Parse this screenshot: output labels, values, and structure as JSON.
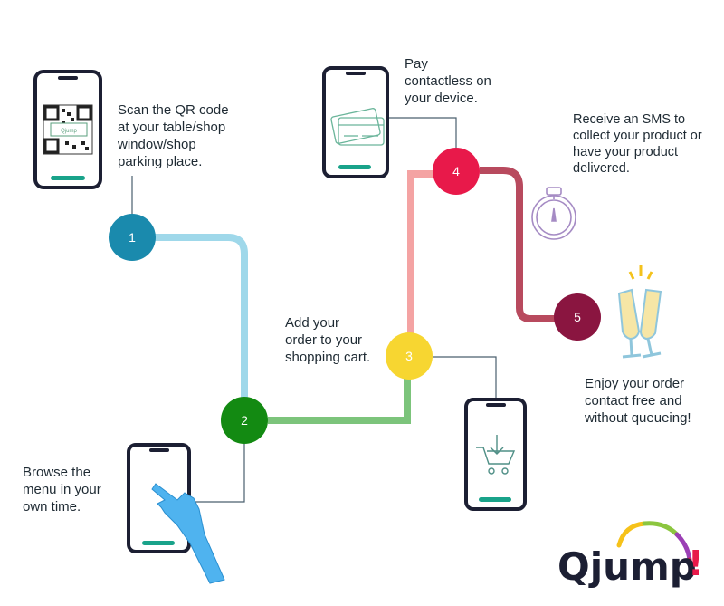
{
  "steps": [
    {
      "number": "1",
      "color": "#1a8aad",
      "text": [
        "Scan the QR code",
        "at your table/shop",
        "window/shop",
        "parking place."
      ]
    },
    {
      "number": "2",
      "color": "#138a12",
      "text": [
        "Browse the",
        "menu in your",
        "own time."
      ]
    },
    {
      "number": "3",
      "color": "#f7d631",
      "text": [
        "Add your",
        "order to your",
        "shopping cart."
      ]
    },
    {
      "number": "4",
      "color": "#e8194a",
      "text": [
        "Pay",
        "contactless on",
        "your device."
      ]
    },
    {
      "number": "5",
      "color": "#8a1540",
      "text": [
        "Receive an SMS to",
        "collect your product or",
        "have your product",
        "delivered."
      ]
    }
  ],
  "final_text": [
    "Enjoy your order",
    "contact free and",
    "without queueing!"
  ],
  "qr_badge": "Qjump",
  "logo": {
    "text": "Qjump",
    "exclaim": "!"
  },
  "colors": {
    "path_1_2": "#9fd8ea",
    "path_2_3": "#7cc47b",
    "path_3_4": "#f4a3a3",
    "path_4_5": "#b84a5e",
    "phone_frame": "#1c1f33",
    "phone_button": "#19a38a",
    "connector": "#4a5f6e",
    "hand": "#4fb3ef"
  },
  "icons": [
    "phone-icon",
    "qr-code-icon",
    "credit-card-icon",
    "shopping-cart-icon",
    "hand-pointer-icon",
    "stopwatch-icon",
    "champagne-glasses-icon"
  ]
}
